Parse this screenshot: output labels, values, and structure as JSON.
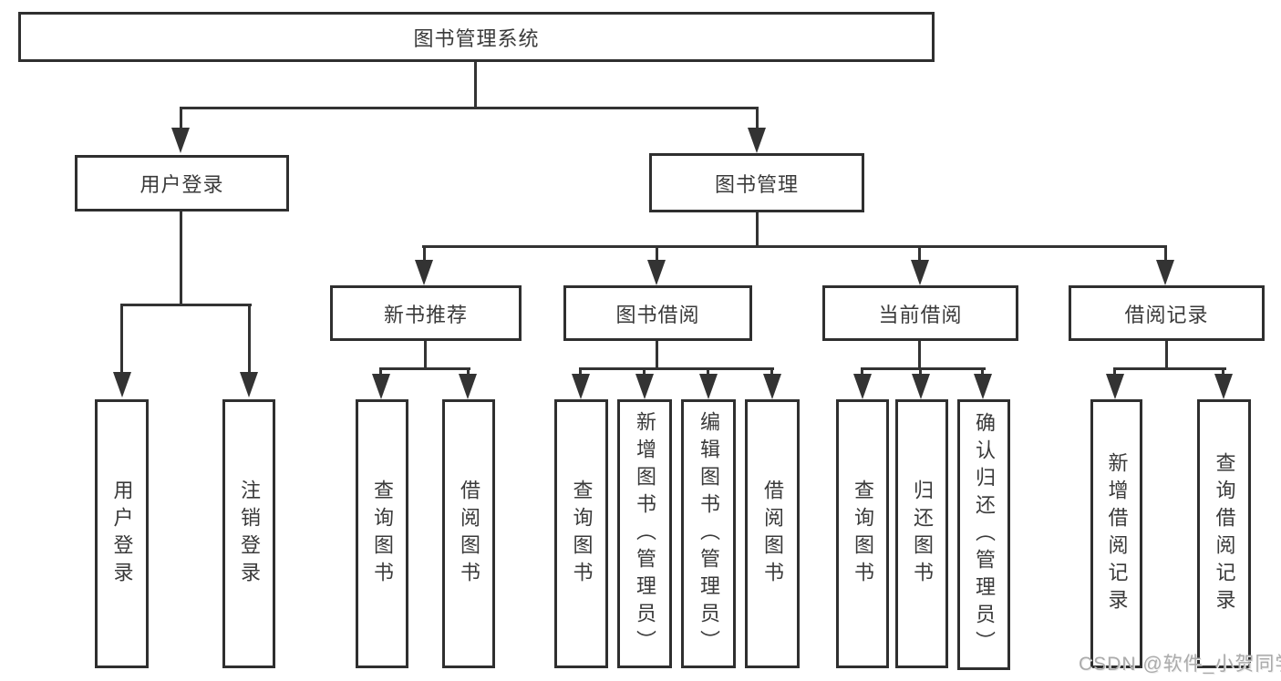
{
  "diagram": {
    "root": {
      "label": "图书管理系统"
    },
    "branches": {
      "user_login": {
        "label": "用户登录",
        "children": [
          {
            "label": "用户登录"
          },
          {
            "label": "注销登录"
          }
        ]
      },
      "book_management": {
        "label": "图书管理",
        "children": [
          {
            "label": "新书推荐",
            "children": [
              {
                "label": "查询图书"
              },
              {
                "label": "借阅图书"
              }
            ]
          },
          {
            "label": "图书借阅",
            "children": [
              {
                "label": "查询图书"
              },
              {
                "label": "新增图书（管理员）"
              },
              {
                "label": "编辑图书（管理员）"
              },
              {
                "label": "借阅图书"
              }
            ]
          },
          {
            "label": "当前借阅",
            "children": [
              {
                "label": "查询图书"
              },
              {
                "label": "归还图书"
              },
              {
                "label": "确认归还（管理员）"
              }
            ]
          },
          {
            "label": "借阅记录",
            "children": [
              {
                "label": "新增借阅记录"
              },
              {
                "label": "查询借阅记录"
              }
            ]
          }
        ]
      }
    },
    "watermark": {
      "text": "CSDN @软件_小贺同学"
    },
    "colors": {
      "line": "#333333",
      "border": "#2f2f2f",
      "text": "#3a3a3a",
      "background": "#ffffff",
      "watermark": "#ababab"
    }
  }
}
